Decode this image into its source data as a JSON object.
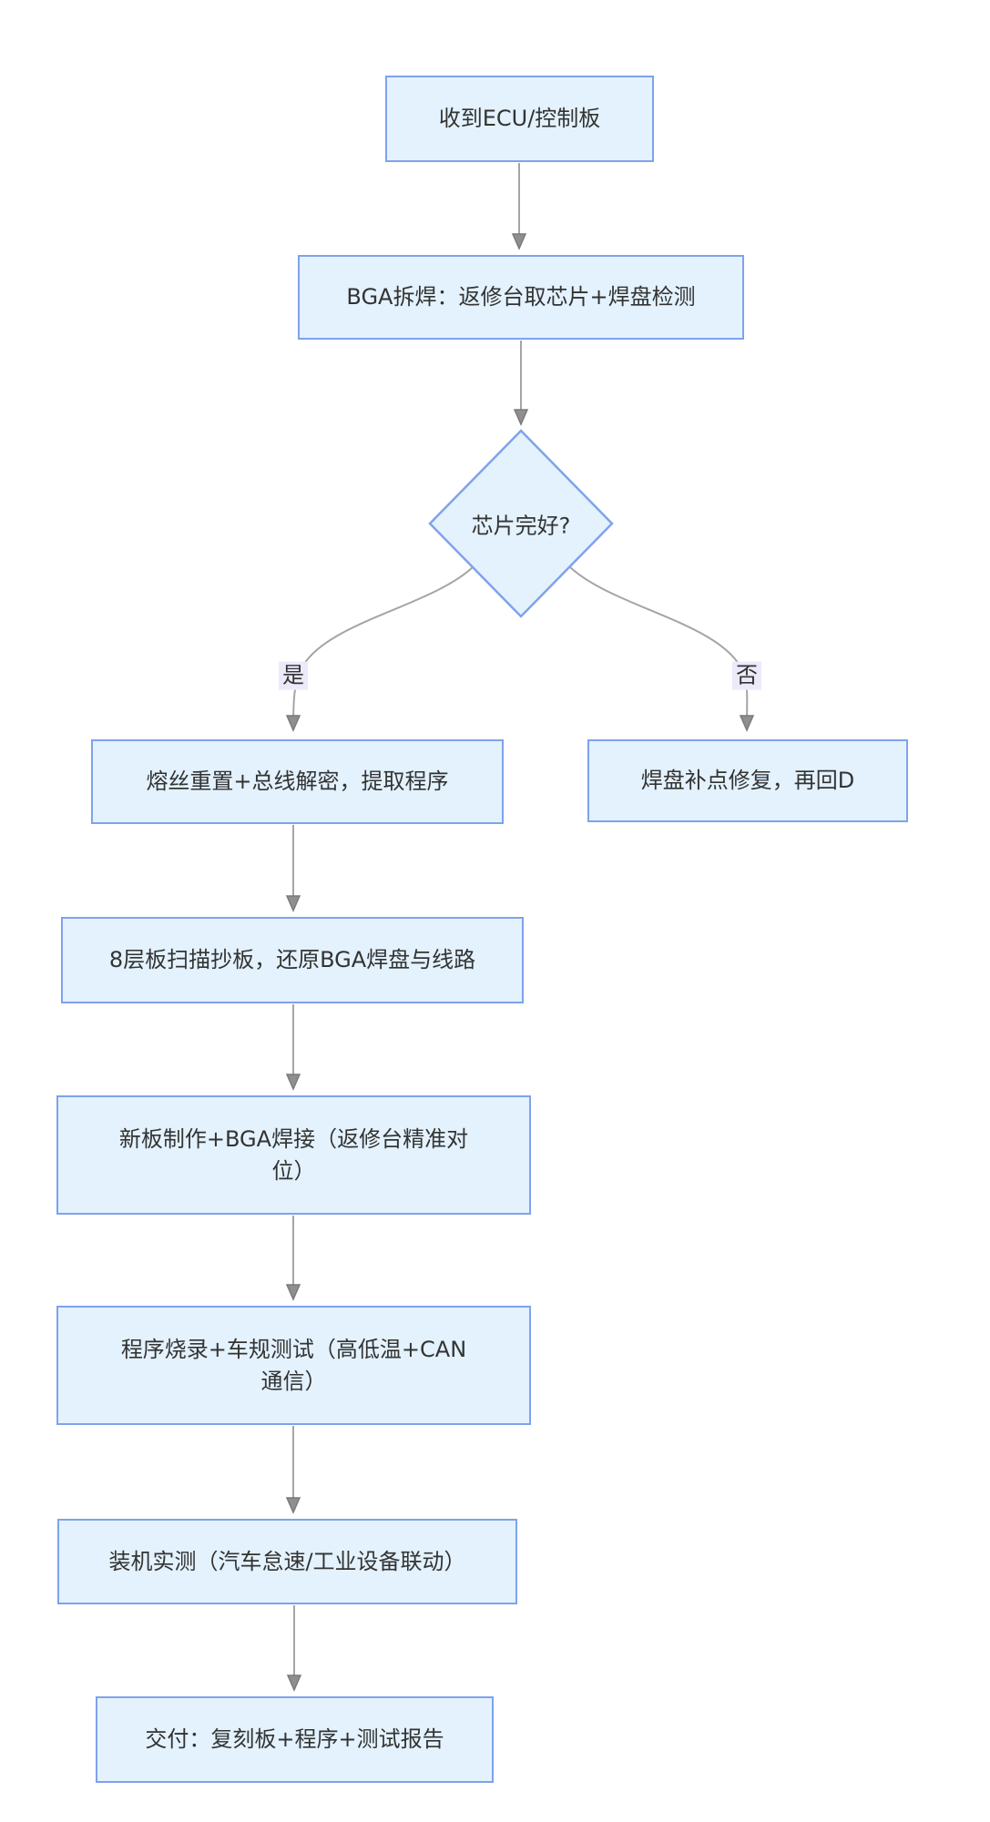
{
  "diagram": {
    "type": "flowchart-top-down",
    "colors": {
      "node_fill": "#e3f2fd",
      "node_border": "#7fa2ec",
      "arrow_line": "#a5a5a5",
      "arrowhead_fill": "#8f8f8f",
      "edge_label_bg": "#eceafa",
      "text": "#333333",
      "background": "#ffffff"
    },
    "nodes": [
      {
        "id": "A",
        "type": "rect",
        "label": "收到ECU/控制板"
      },
      {
        "id": "B",
        "type": "rect",
        "label": "BGA拆焊：返修台取芯片+焊盘检测"
      },
      {
        "id": "C",
        "type": "diamond",
        "label": "芯片完好?"
      },
      {
        "id": "D",
        "type": "rect",
        "label": "熔丝重置+总线解密，提取程序"
      },
      {
        "id": "E",
        "type": "rect",
        "label": "焊盘补点修复，再回D"
      },
      {
        "id": "F",
        "type": "rect",
        "label": "8层板扫描抄板，还原BGA焊盘与线路"
      },
      {
        "id": "G",
        "type": "rect",
        "label": "新板制作+BGA焊接（返修台精准对位）"
      },
      {
        "id": "H",
        "type": "rect",
        "label": "程序烧录+车规测试（高低温+CAN通信）"
      },
      {
        "id": "I",
        "type": "rect",
        "label": "装机实测（汽车怠速/工业设备联动）"
      },
      {
        "id": "J",
        "type": "rect",
        "label": "交付：复刻板+程序+测试报告"
      }
    ],
    "edges": [
      {
        "from": "A",
        "to": "B",
        "label": ""
      },
      {
        "from": "B",
        "to": "C",
        "label": ""
      },
      {
        "from": "C",
        "to": "D",
        "label": "是"
      },
      {
        "from": "C",
        "to": "E",
        "label": "否"
      },
      {
        "from": "D",
        "to": "F",
        "label": ""
      },
      {
        "from": "F",
        "to": "G",
        "label": ""
      },
      {
        "from": "G",
        "to": "H",
        "label": ""
      },
      {
        "from": "H",
        "to": "I",
        "label": ""
      },
      {
        "from": "I",
        "to": "J",
        "label": ""
      }
    ]
  }
}
